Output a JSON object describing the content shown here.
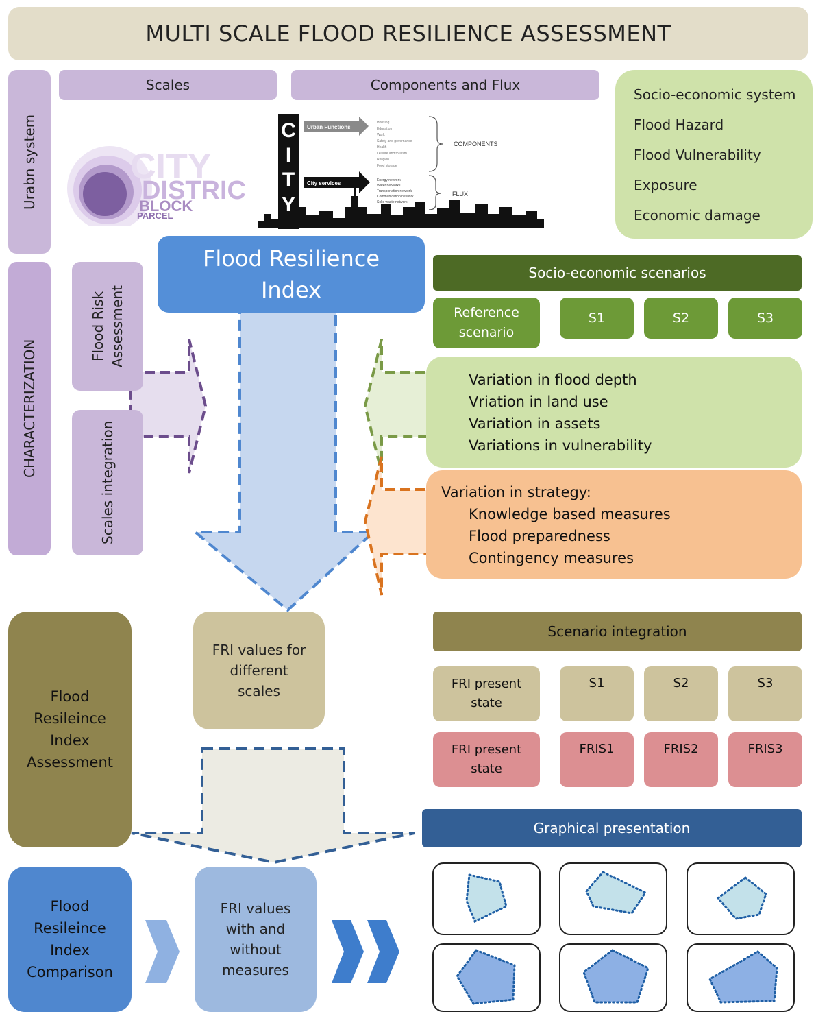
{
  "title": "MULTI SCALE FLOOD RESILIENCE ASSESSMENT",
  "urban_system": {
    "side_label": "Urabn  system",
    "scales_header": "Scales",
    "components_header": "Components and Flux",
    "scales_graphic": {
      "city": "CITY",
      "district": "DISTRIC",
      "block": "BLOCK",
      "parcel": "PARCEL"
    },
    "city_graphic": {
      "city_letters": [
        "C",
        "I",
        "T",
        "Y"
      ],
      "urban_functions_label": "Urban Functions",
      "urban_functions_items": [
        "Housing",
        "Education",
        "Work",
        "Safety and governance",
        "Health",
        "Leisure and tourism",
        "Religion",
        "Food storage"
      ],
      "components_label": "COMPONENTS",
      "city_services_label": "City services",
      "city_services_items": [
        "Energy network",
        "Water networks",
        "Transportation network",
        "Communication network",
        "Solid waste network"
      ],
      "flux_label": "FLUX"
    },
    "list_items": [
      "Socio-economic system",
      "Flood Hazard",
      "Flood Vulnerability",
      "Exposure",
      "Economic damage"
    ]
  },
  "characterization": {
    "side_label": "CHARACTERIZATION",
    "flood_risk_assessment": "Flood Risk Assessment",
    "scales_integration": "Scales integration",
    "fri_title": "Flood Resilience Index",
    "socio_economic_header": "Socio-economic scenarios",
    "scenarios": [
      "Reference scenario",
      "S1",
      "S2",
      "S3"
    ],
    "variation_items": [
      "Variation in flood depth",
      "Vriation in land use",
      "Variation in assets",
      "Variations in vulnerability"
    ],
    "strategy_title": "Variation in strategy:",
    "strategy_items": [
      "Knowledge based measures",
      "Flood preparedness",
      "Contingency measures"
    ]
  },
  "assessment": {
    "side_label": "Flood Resileince Index Assessment",
    "fri_values_scales": "FRI values for different scales",
    "scenario_integration_header": "Scenario integration",
    "row1": [
      "FRI present state",
      "S1",
      "S2",
      "S3"
    ],
    "row2": [
      "FRI present state",
      "FRIS1",
      "FRIS2",
      "FRIS3"
    ],
    "graphical_header": "Graphical presentation"
  },
  "comparison": {
    "side_label": "Flood Resileince Index Comparison",
    "fri_values_measures": "FRI values with and without measures"
  },
  "colors": {
    "lavender": "#c9b7d9",
    "dark_green": "#4d6a25",
    "mid_green": "#6d9a37",
    "light_green": "#cfe2aa",
    "orange": "#f7c191",
    "olive": "#8f844e",
    "tan": "#cdc39d",
    "pink": "#dc8f92",
    "navy": "#335f95",
    "blue": "#4f87cf"
  }
}
